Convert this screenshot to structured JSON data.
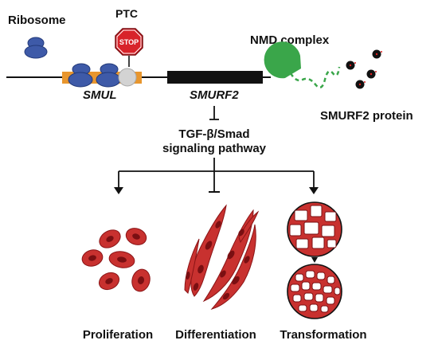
{
  "labels": {
    "ribosome": "Ribosome",
    "ptc": "PTC",
    "stop_sign": "STOP",
    "nmd_complex": "NMD complex",
    "smul": "SMUL",
    "smurf2": "SMURF2",
    "smurf2_protein": "SMURF2 protein",
    "pathway_line1": "TGF-β/Smad",
    "pathway_line2": "signaling pathway",
    "proliferation": "Proliferation",
    "differentiation": "Differentiation",
    "transformation": "Transformation"
  },
  "colors": {
    "ribosome": "#3e5aa8",
    "ribosome_dark": "#233a7a",
    "smul_segment": "#e8962e",
    "smurf2_segment": "#111111",
    "stop_sign": "#d8232a",
    "ptc_circle": "#d3d3d3",
    "nmd_complex": "#3aa64a",
    "protein": "#111111",
    "protein_dots": "#e02020",
    "cell_fill": "#c8312f",
    "cell_dark": "#7a0f12",
    "cell_light": "#e86a68",
    "line": "#111111"
  },
  "icons": [
    "ribosome-icon",
    "stop-sign-icon",
    "ptc-circle-icon",
    "nmd-complex-icon",
    "smurf2-protein-icon",
    "proliferating-cells-icon",
    "differentiated-cells-icon",
    "transformation-circle-icon"
  ]
}
